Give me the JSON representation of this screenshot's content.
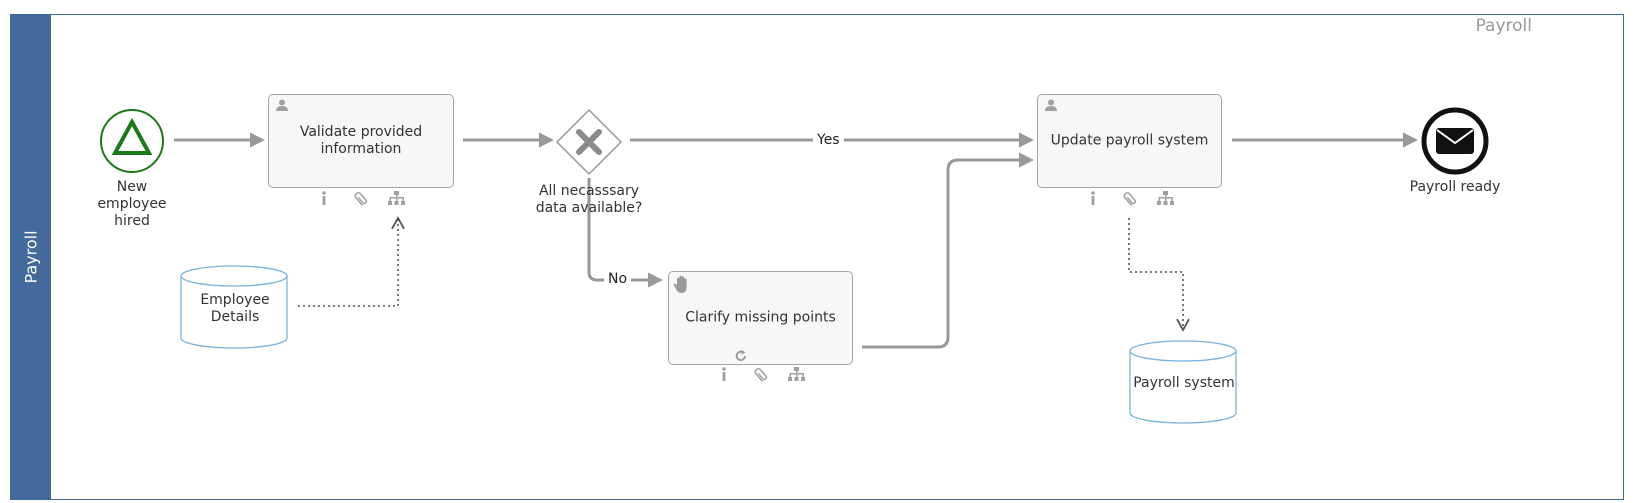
{
  "pool": {
    "title": "Payroll"
  },
  "lane": {
    "title": "Payroll"
  },
  "events": {
    "start": {
      "label": "New employee hired",
      "color": "#1a7a1a"
    },
    "end": {
      "label": "Payroll ready"
    }
  },
  "tasks": {
    "validate": {
      "label": "Validate provided information"
    },
    "clarify": {
      "label": "Clarify missing points"
    },
    "update": {
      "label": "Update payroll system"
    }
  },
  "gateway": {
    "label": "All necasssary data available?"
  },
  "flows": {
    "yes_label": "Yes",
    "no_label": "No"
  },
  "data_stores": {
    "employee_details": {
      "label": "Employee Details"
    },
    "payroll_system": {
      "label": "Payroll system"
    }
  },
  "colors": {
    "lane_header": "#44699b",
    "store_stroke": "#7ab4dc",
    "arrow": "#999999",
    "task_icon": "#a0a0a0"
  },
  "icons": [
    "user-icon",
    "info-icon",
    "paperclip-icon",
    "hierarchy-icon",
    "hand-icon",
    "loop-icon",
    "envelope-icon",
    "x-icon"
  ]
}
